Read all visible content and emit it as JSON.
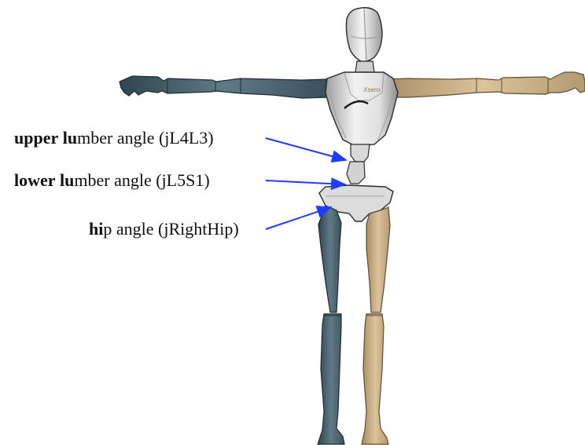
{
  "labels": [
    {
      "id": "upper",
      "bold1": "upper",
      "sp": " ",
      "bold2": "lu",
      "rest": "mber angle (jL4L3)"
    },
    {
      "id": "lower",
      "bold1": "lower",
      "sp": " ",
      "bold2": "lu",
      "rest": "mber angle (jL5S1)"
    },
    {
      "id": "hip",
      "bold1": "hi",
      "sp": "",
      "bold2": "",
      "rest": "p angle (jRightHip)"
    }
  ],
  "chest_logo_text": "Xsens",
  "colors": {
    "arrow": "#1f3cff",
    "left_limbs": "#4d6470",
    "right_limbs": "#c9ad82",
    "body": "#e4e4e4",
    "body_shade": "#b9b9b9",
    "outline": "#2b2b2b"
  }
}
